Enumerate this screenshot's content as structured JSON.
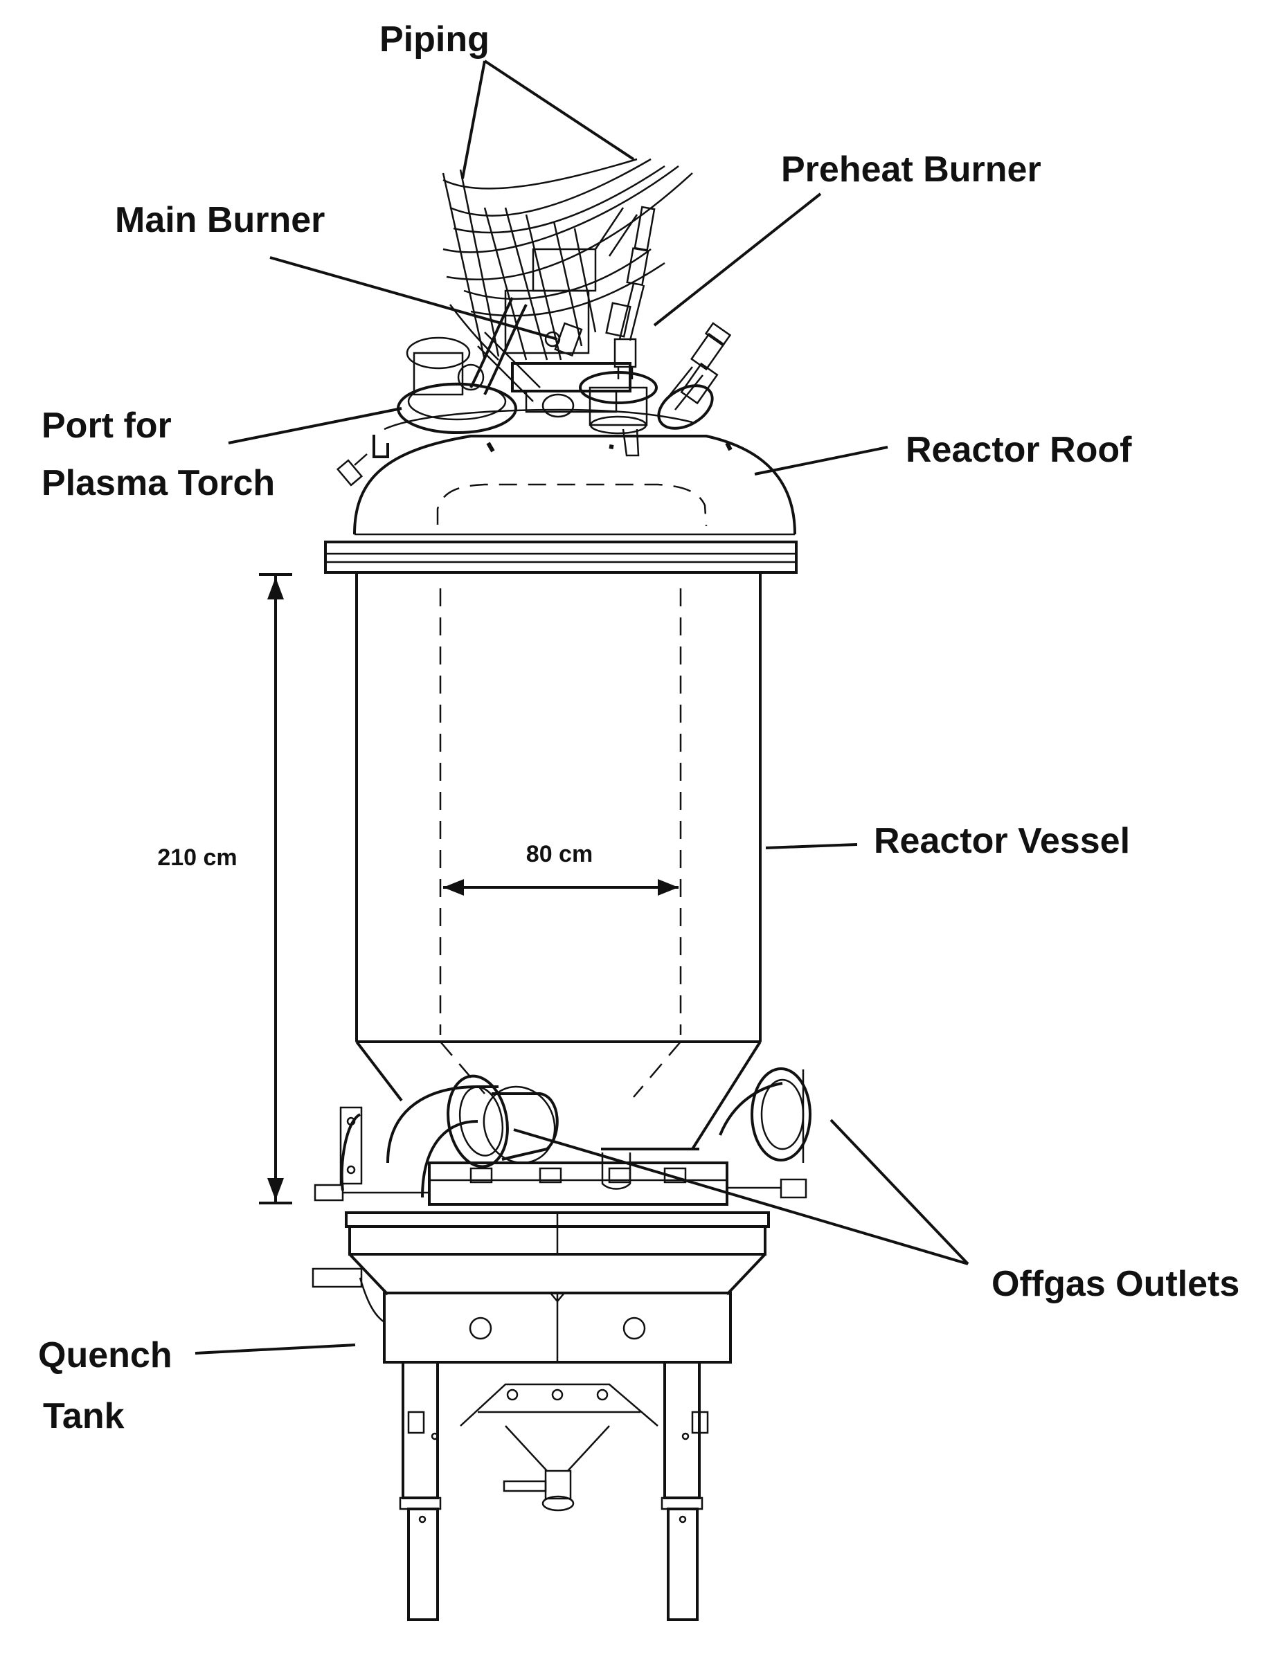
{
  "labels": {
    "piping": "Piping",
    "preheat_burner": "Preheat Burner",
    "main_burner": "Main Burner",
    "port_line1": "Port for",
    "port_line2": "Plasma Torch",
    "reactor_roof": "Reactor Roof",
    "reactor_vessel": "Reactor Vessel",
    "offgas_outlets": "Offgas Outlets",
    "quench_line1": "Quench",
    "quench_line2": "Tank"
  },
  "dimensions": {
    "height": "210 cm",
    "diameter": "80 cm"
  },
  "colors": {
    "ink": "#111111",
    "background": "#ffffff"
  }
}
